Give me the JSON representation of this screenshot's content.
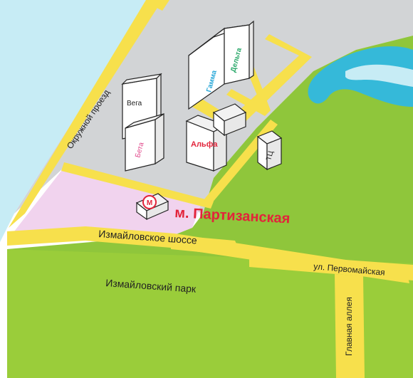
{
  "map": {
    "roads": {
      "okruzhnoy": "Окружной проезд",
      "izmaylovskoe": "Измайловское шоссе",
      "pervomayskaya": "ул. Первомайская",
      "glavnaya": "Главная аллея"
    },
    "areas": {
      "park": "Измайловский парк"
    },
    "metro": {
      "name": "м. Партизанская",
      "symbol": "M"
    },
    "buildings": {
      "vega": "Вега",
      "beta": "Бета",
      "gamma": "Гамма",
      "delta": "Дельта",
      "alfa": "Альфа",
      "tc": "ТЦ"
    },
    "colors": {
      "water": "#c7ecf5",
      "river": "#35b9d9",
      "road": "#f7e04c",
      "park": "#9acd3a",
      "lawn": "#8fc63b",
      "urban": "#d2d4d6",
      "metro_zone": "#f1d3ee",
      "metro_label": "#e2243b",
      "gamma_label": "#2aa8d8",
      "delta_label": "#2aa86a",
      "alfa_label": "#e2243b",
      "beta_label": "#e0478a"
    }
  }
}
